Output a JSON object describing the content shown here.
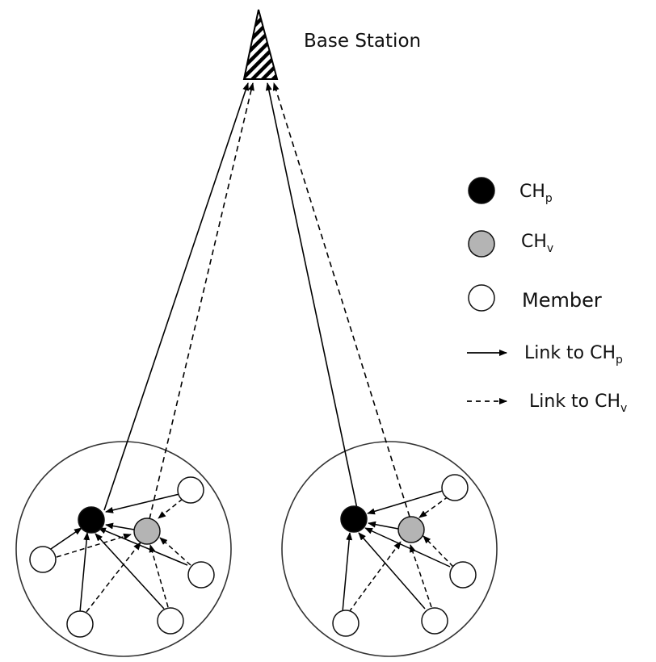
{
  "base_station": {
    "label": "Base Station"
  },
  "legend": {
    "ch_primary": {
      "text": "CH",
      "sub": "p"
    },
    "ch_virtual": {
      "text": "CH",
      "sub": "v"
    },
    "member": {
      "text": "Member"
    },
    "link_primary": {
      "text": "Link to CH",
      "sub": "p"
    },
    "link_virtual": {
      "text": "Link to CH",
      "sub": "v"
    }
  },
  "colors": {
    "ch_primary": "#000000",
    "ch_virtual": "#b4b4b4",
    "member": "#ffffff",
    "stroke": "#111111"
  }
}
